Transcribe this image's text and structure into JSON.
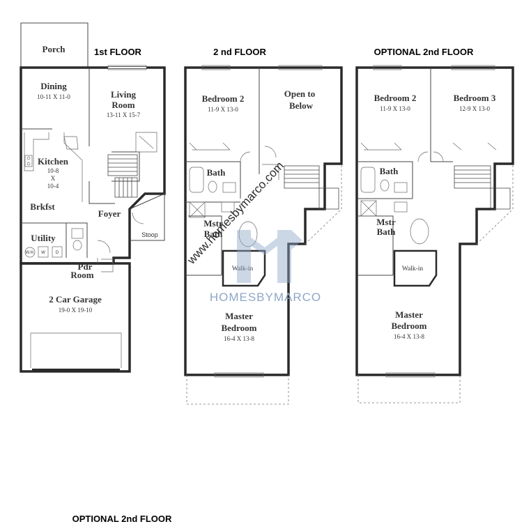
{
  "floors": {
    "first": {
      "title": "1st FLOOR",
      "porch": "Porch",
      "dining": {
        "name": "Dining",
        "dim": "10-11 X 11-0"
      },
      "living": {
        "name1": "Living",
        "name2": "Room",
        "dim": "13-11 X 15-7"
      },
      "kitchen": {
        "name": "Kitchen",
        "dim1": "10-8",
        "dim2": "X",
        "dim3": "10-4"
      },
      "brkfst": "Brkfst",
      "foyer": "Foyer",
      "stoop": "Stoop",
      "utility": "Utility",
      "wh": "W.H.",
      "w": "W",
      "d": "D",
      "pdr": {
        "name1": "Pdr",
        "name2": "Room"
      },
      "garage": {
        "name": "2 Car Garage",
        "dim": "19-0 X 19-10"
      }
    },
    "second": {
      "title": "2 nd FLOOR",
      "bedroom2": {
        "name": "Bedroom 2",
        "dim": "11-9 X 13-0"
      },
      "open": {
        "name1": "Open to",
        "name2": "Below"
      },
      "bath": "Bath",
      "mstr_bath": {
        "name1": "Mstr",
        "name2": "Bath"
      },
      "walkin": "Walk-in",
      "master": {
        "name1": "Master",
        "name2": "Bedroom",
        "dim": "16-4 X 13-8"
      }
    },
    "optional": {
      "title": "OPTIONAL 2nd FLOOR",
      "bedroom2": {
        "name": "Bedroom 2",
        "dim": "11-9 X 13-0"
      },
      "bedroom3": {
        "name": "Bedroom 3",
        "dim": "12-9 X 13-0"
      },
      "bath": "Bath",
      "mstr_bath": {
        "name1": "Mstr",
        "name2": "Bath"
      },
      "walkin": "Walk-in",
      "master": {
        "name1": "Master",
        "name2": "Bedroom",
        "dim": "16-4 X 13-8"
      }
    }
  },
  "footer_label": "OPTIONAL 2nd FLOOR",
  "watermark": {
    "url": "www.homesbymarco.com",
    "brand": "HOMESBYMARCO"
  },
  "colors": {
    "walls": "#2a2a2a",
    "watermark_brand": "#8fa7c8"
  }
}
